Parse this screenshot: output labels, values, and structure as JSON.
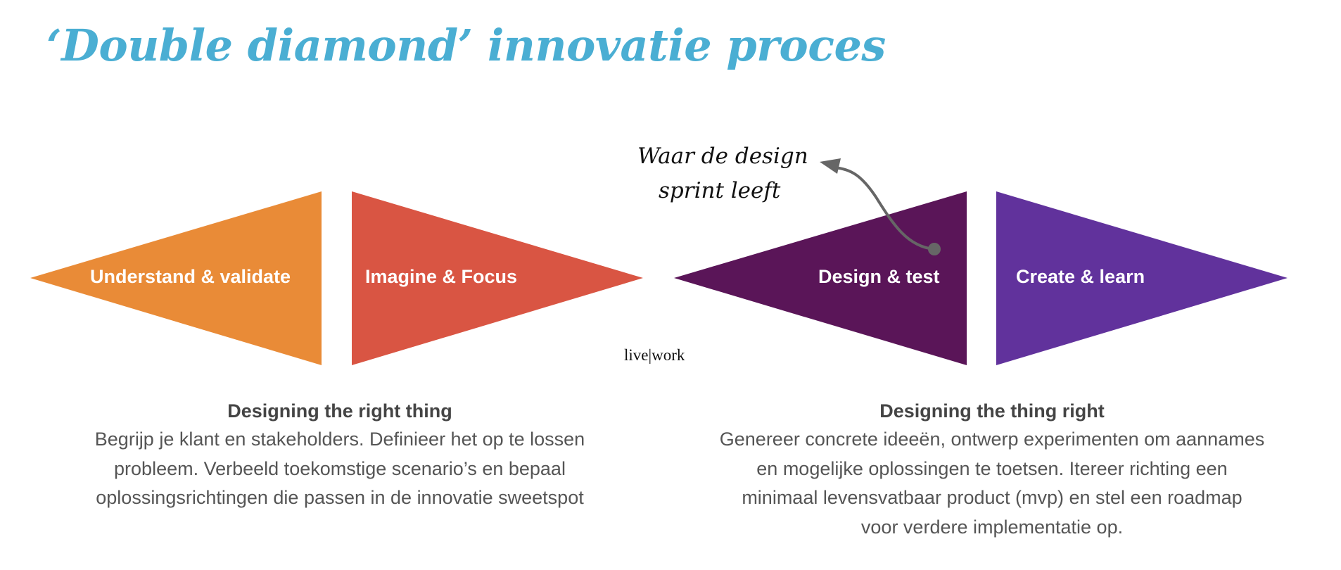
{
  "title": "‘Double diamond’ innovatie proces",
  "colors": {
    "title": "#4aaed3",
    "understand": "#e98b37",
    "imagine": "#d95543",
    "design": "#5a1558",
    "create": "#61329c",
    "arrow": "#666666"
  },
  "phases": [
    {
      "label": "Understand & validate"
    },
    {
      "label": "Imagine & Focus"
    },
    {
      "label": "Design & test"
    },
    {
      "label": "Create & learn"
    }
  ],
  "annotation": {
    "line1": "Waar de design",
    "line2": "sprint leeft"
  },
  "logo": "live|work",
  "left": {
    "heading": "Designing the right thing",
    "lines": [
      "Begrijp je klant en stakeholders. Definieer het op te lossen",
      "probleem. Verbeeld toekomstige scenario’s en bepaal",
      "oplossingsrichtingen die passen in de innovatie sweetspot"
    ]
  },
  "right": {
    "heading": "Designing the thing right",
    "lines": [
      "Genereer concrete ideeën, ontwerp experimenten om aannames",
      "en mogelijke oplossingen te toetsen. Itereer richting een",
      "minimaal levensvatbaar product (mvp) en stel een roadmap",
      "voor verdere implementatie op."
    ]
  }
}
